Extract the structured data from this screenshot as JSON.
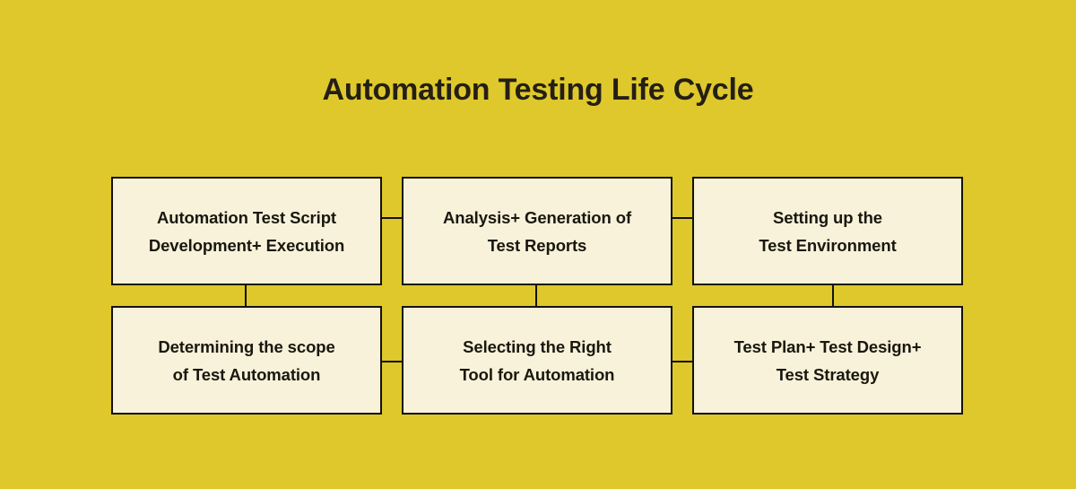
{
  "diagram": {
    "title": "Automation Testing Life Cycle",
    "type": "flow-grid",
    "colors": {
      "background": "#DFC82C",
      "node_fill": "#F7F2D9",
      "node_border": "#14110B",
      "text": "#1A1710"
    },
    "nodes": [
      {
        "id": "node-1",
        "name": "automation-test-script-development-execution",
        "label": "Automation Test Script\nDevelopment+ Execution",
        "row": 1,
        "column": 1
      },
      {
        "id": "node-2",
        "name": "analysis-generation-of-test-reports",
        "label": "Analysis+ Generation of\nTest Reports",
        "row": 1,
        "column": 2
      },
      {
        "id": "node-3",
        "name": "setting-up-the-test-environment",
        "label": "Setting up the\nTest Environment",
        "row": 1,
        "column": 3
      },
      {
        "id": "node-4",
        "name": "determining-the-scope-of-test-automation",
        "label": "Determining the scope\nof Test Automation",
        "row": 2,
        "column": 1
      },
      {
        "id": "node-5",
        "name": "selecting-the-right-tool-for-automation",
        "label": "Selecting the Right\nTool for Automation",
        "row": 2,
        "column": 2
      },
      {
        "id": "node-6",
        "name": "test-plan-test-design-test-strategy",
        "label": "Test Plan+ Test Design+\nTest Strategy",
        "row": 2,
        "column": 3
      }
    ],
    "connectors": [
      {
        "from": "node-1",
        "to": "node-2",
        "orientation": "horizontal"
      },
      {
        "from": "node-2",
        "to": "node-3",
        "orientation": "horizontal"
      },
      {
        "from": "node-4",
        "to": "node-5",
        "orientation": "horizontal"
      },
      {
        "from": "node-5",
        "to": "node-6",
        "orientation": "horizontal"
      },
      {
        "from": "node-1",
        "to": "node-4",
        "orientation": "vertical"
      },
      {
        "from": "node-2",
        "to": "node-5",
        "orientation": "vertical"
      },
      {
        "from": "node-3",
        "to": "node-6",
        "orientation": "vertical"
      }
    ]
  }
}
